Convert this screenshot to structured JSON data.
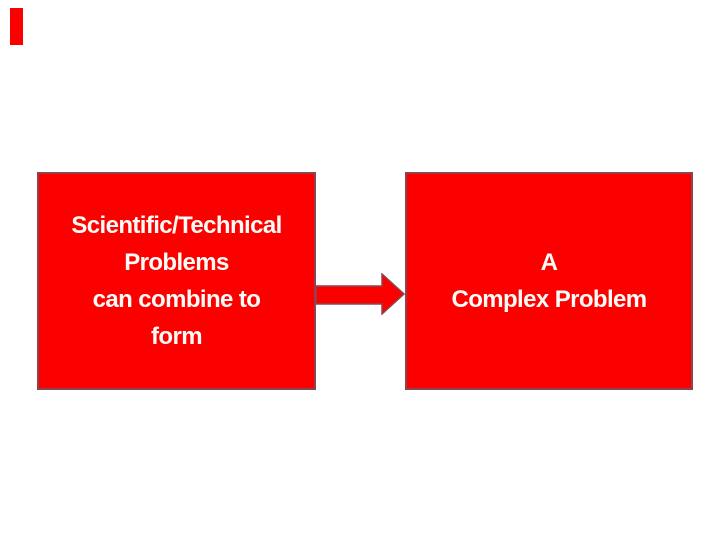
{
  "slide": {
    "background_color": "#ffffff",
    "accent_red": "#fc0000",
    "shape_border_color": "#8c4550",
    "text_color": "#fdfbf7"
  },
  "diagram": {
    "left_box": {
      "lines": [
        "Scientific/Technical",
        "Problems",
        "can combine to",
        "form"
      ]
    },
    "arrow": {
      "direction": "right"
    },
    "right_box": {
      "lines": [
        "A",
        "Complex Problem"
      ]
    }
  }
}
